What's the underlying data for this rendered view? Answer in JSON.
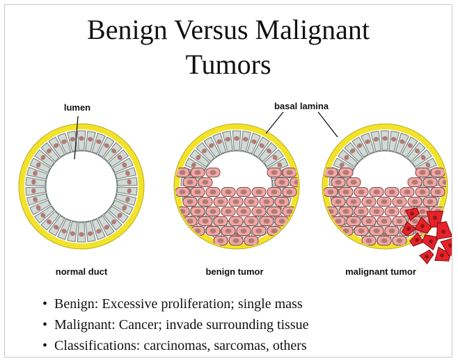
{
  "title": {
    "line1": "Benign Versus Malignant",
    "line2": "Tumors"
  },
  "labels": {
    "lumen": "lumen",
    "basal_lamina": "basal lamina"
  },
  "panels": [
    {
      "name": "normal-duct",
      "caption": "normal duct"
    },
    {
      "name": "benign-tumor",
      "caption": "benign tumor"
    },
    {
      "name": "malignant-tumor",
      "caption": "malignant tumor"
    }
  ],
  "bullets": [
    "Benign: Excessive proliferation; single mass",
    "Malignant: Cancer; invade surrounding tissue",
    "Classifications: carcinomas, sarcomas, others"
  ],
  "colors": {
    "basal_lamina": "#f2e32a",
    "normal_cell": "#d2dad6",
    "nucleus": "#b37a74",
    "tumor_cell": "#f0a8a6",
    "invasive_cell": "#e8222a"
  }
}
